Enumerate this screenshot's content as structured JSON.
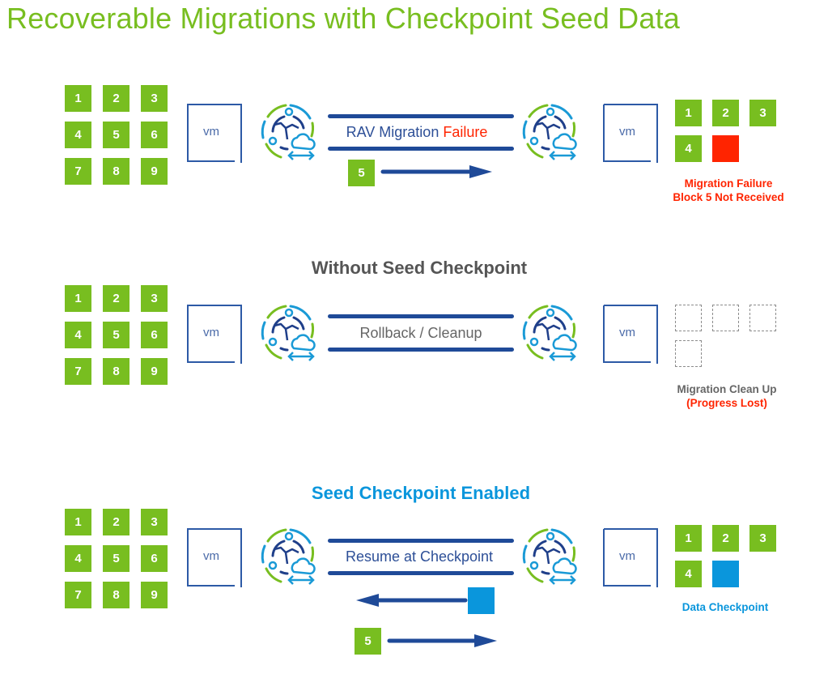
{
  "title": "Recoverable Migrations with Checkpoint Seed Data",
  "colors": {
    "green": "#78be20",
    "navy": "#1f4a98",
    "red": "#ff2400",
    "blue": "#0a96dc",
    "gray": "#555555"
  },
  "vm_label": "vm",
  "source_blocks": [
    "1",
    "2",
    "3",
    "4",
    "5",
    "6",
    "7",
    "8",
    "9"
  ],
  "rows": [
    {
      "section_title": null,
      "channel_label_main": "RAV Migration",
      "channel_label_accent": "Failure",
      "in_transit_block": "5",
      "in_transit_direction": "right",
      "dest_blocks": [
        {
          "label": "1",
          "state": "received"
        },
        {
          "label": "2",
          "state": "received"
        },
        {
          "label": "3",
          "state": "received"
        },
        {
          "label": "4",
          "state": "received"
        },
        {
          "label": "",
          "state": "failed"
        }
      ],
      "note_line1": "Migration Failure",
      "note_line2": "Block 5 Not Received"
    },
    {
      "section_title": "Without Seed Checkpoint",
      "channel_label_main": "Rollback / Cleanup",
      "dest_blocks": [
        {
          "label": "",
          "state": "empty"
        },
        {
          "label": "",
          "state": "empty"
        },
        {
          "label": "",
          "state": "empty"
        },
        {
          "label": "",
          "state": "empty"
        }
      ],
      "note_line1": "Migration Clean Up",
      "note_line2": "(Progress Lost)"
    },
    {
      "section_title": "Seed Checkpoint Enabled",
      "channel_label_main": "Resume at Checkpoint",
      "return_direction": "left",
      "in_transit_block": "5",
      "in_transit_direction": "right",
      "dest_blocks": [
        {
          "label": "1",
          "state": "received"
        },
        {
          "label": "2",
          "state": "received"
        },
        {
          "label": "3",
          "state": "received"
        },
        {
          "label": "4",
          "state": "received"
        },
        {
          "label": "",
          "state": "checkpoint"
        }
      ],
      "note_line1": "Data Checkpoint"
    }
  ]
}
